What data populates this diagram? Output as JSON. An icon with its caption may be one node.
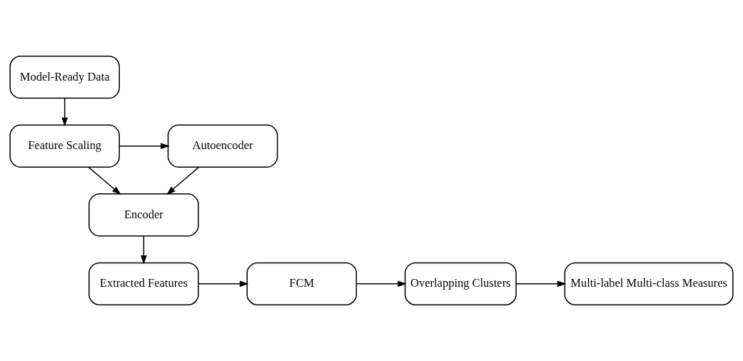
{
  "diagram": {
    "nodes": [
      {
        "text": [
          "Model-Ready Data"
        ]
      },
      {
        "text": [
          "Feature Scaling"
        ]
      },
      {
        "text": [
          "Autoencoder"
        ]
      },
      {
        "text": [
          "Encoder"
        ]
      },
      {
        "text": [
          "Extracted Features"
        ]
      },
      {
        "text": [
          "FCM"
        ]
      },
      {
        "text": [
          "Overlapping Clusters"
        ]
      },
      {
        "text": [
          "Multi-label Multi-class Measures"
        ]
      }
    ],
    "edges": [
      {
        "from": 0,
        "to": 1,
        "arrow": "to"
      },
      {
        "from": 1,
        "to": 2,
        "arrow": "to"
      },
      {
        "from": 1,
        "to": 3,
        "arrow": "to"
      },
      {
        "from": 2,
        "to": 3,
        "arrow": "to"
      },
      {
        "from": 3,
        "to": 4,
        "arrow": "to"
      },
      {
        "from": 4,
        "to": 5,
        "arrow": "to"
      },
      {
        "from": 5,
        "to": 6,
        "arrow": "to"
      },
      {
        "from": 6,
        "to": 7,
        "arrow": "to"
      }
    ]
  }
}
